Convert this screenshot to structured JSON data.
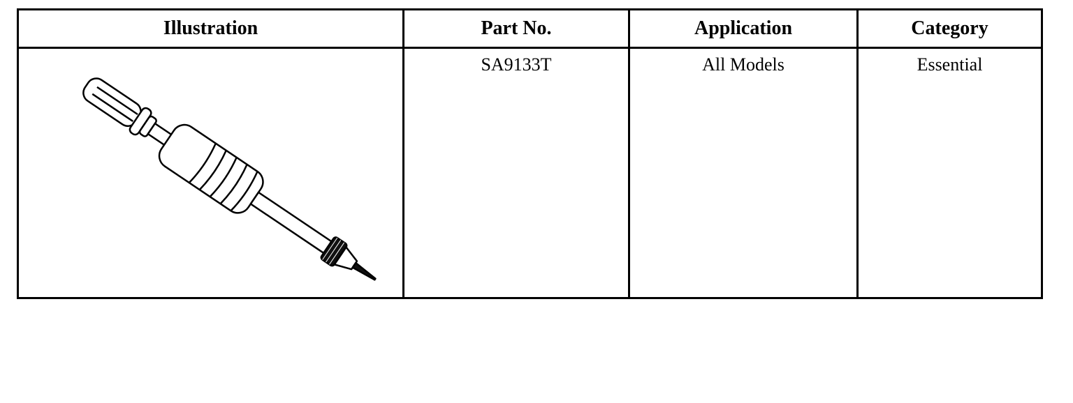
{
  "table": {
    "headers": {
      "illustration": "Illustration",
      "part_no": "Part No.",
      "application": "Application",
      "category": "Category"
    },
    "rows": [
      {
        "illustration_icon": "pin-removal-tool-icon",
        "part_no": "SA9133T",
        "application": "All Models",
        "category": "Essential"
      }
    ]
  }
}
